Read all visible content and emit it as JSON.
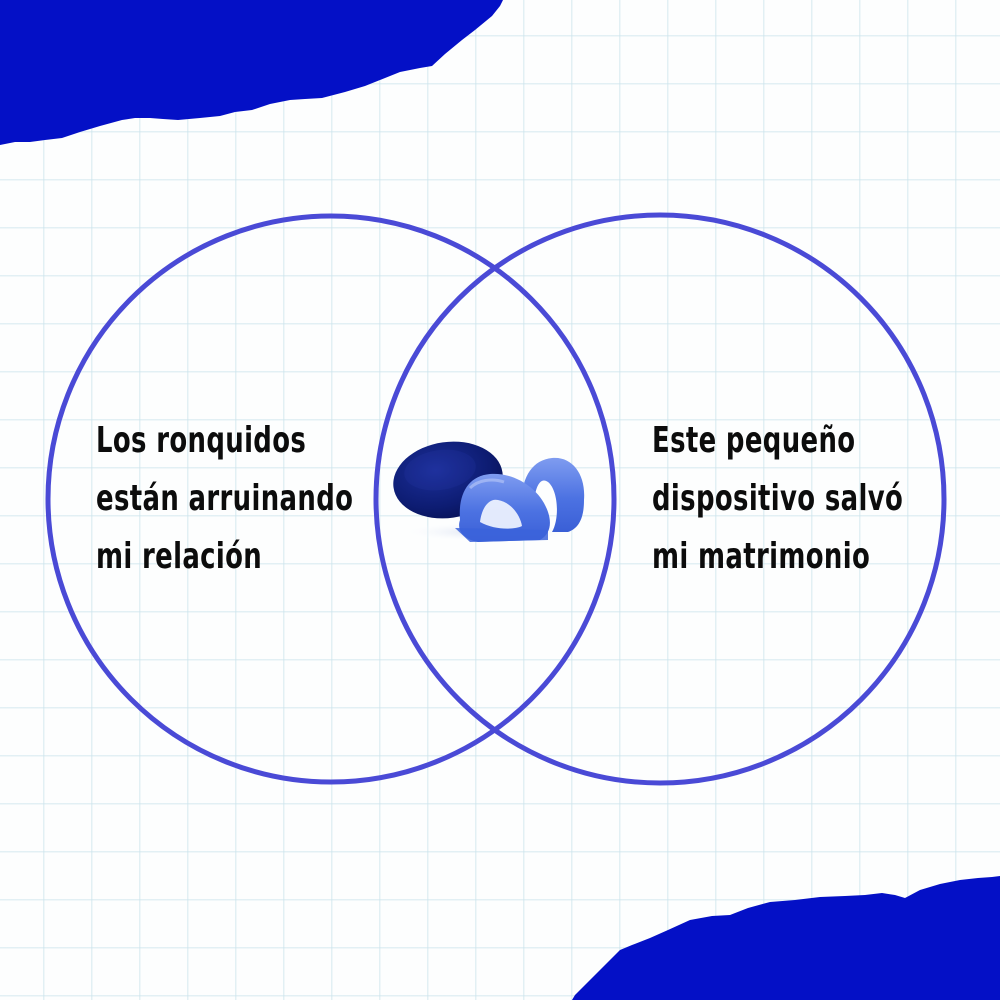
{
  "colors": {
    "torn_paper": "#0410c6",
    "circle_stroke": "#4a4ad6",
    "text": "#0c0c0c",
    "grid_line": "#cde4ec",
    "background": "#fdfefe",
    "device_case": "#0e1f7a",
    "device_mouthpiece": "#4a73e0"
  },
  "venn": {
    "left": {
      "lines": [
        "Los ronquidos",
        "están arruinando",
        "mi relación"
      ]
    },
    "right": {
      "lines": [
        "Este pequeño",
        "dispositivo salvó",
        "mi matrimonio"
      ]
    },
    "center_image": "anti-snoring-mouthpiece-with-case-icon"
  }
}
